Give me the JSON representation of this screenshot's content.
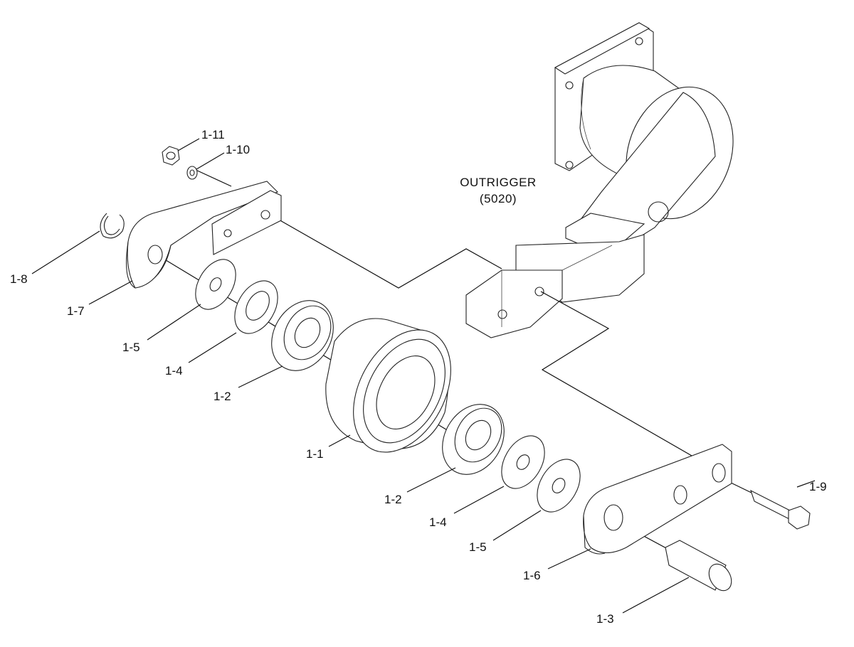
{
  "title": {
    "line1": "OUTRIGGER",
    "line2": "(5020)"
  },
  "callouts": {
    "c_1_11": "1-11",
    "c_1_10": "1-10",
    "c_1_8": "1-8",
    "c_1_7": "1-7",
    "c_1_5a": "1-5",
    "c_1_4a": "1-4",
    "c_1_2a": "1-2",
    "c_1_1": "1-1",
    "c_1_2b": "1-2",
    "c_1_4b": "1-4",
    "c_1_5b": "1-5",
    "c_1_6": "1-6",
    "c_1_9": "1-9",
    "c_1_3": "1-3"
  }
}
